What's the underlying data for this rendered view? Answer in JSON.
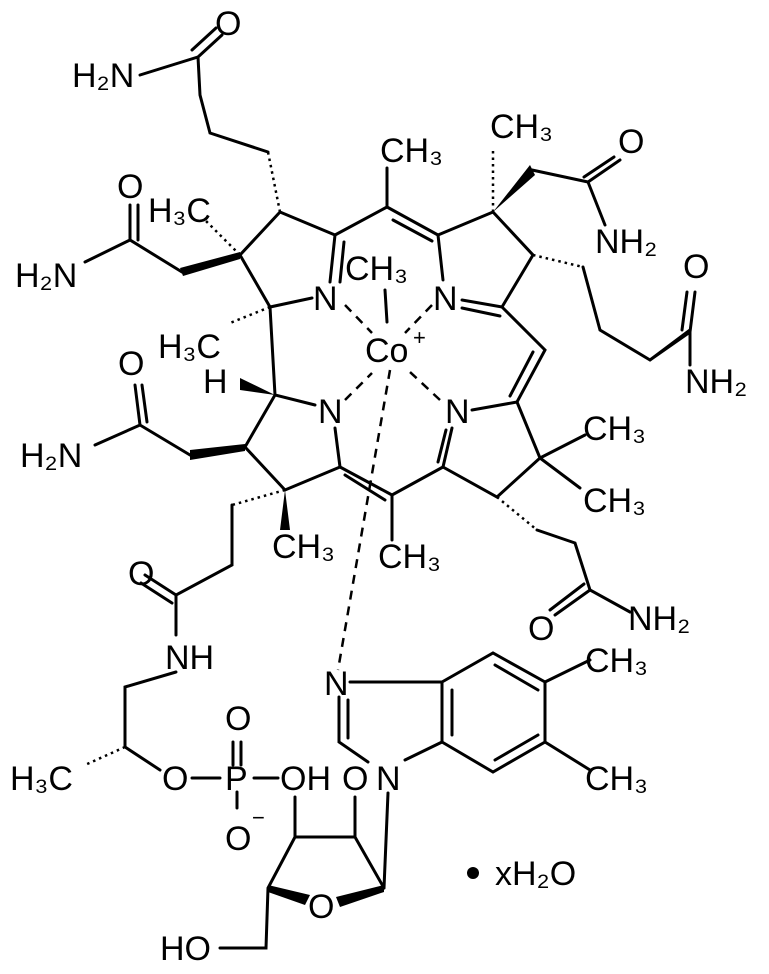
{
  "diagram": {
    "labels": {
      "amide1_n": "H₂N",
      "amide1_o": "O",
      "methyl_top": "CH₃",
      "methyl_top_right": "CH₃",
      "amide2_o": "O",
      "methyl_a": "H₃C",
      "amide2_n": "H₂N",
      "amide3_o": "O",
      "amide3_n": "NH₂",
      "n1": "N",
      "co_methyl": "CH₃",
      "cobalt": "Co",
      "cobalt_charge": "+",
      "n2": "N",
      "methyl_b": "H₃C",
      "amide4_o": "O",
      "amide4_n": "NH₂",
      "hydrogen": "H",
      "n3": "N",
      "n4": "N",
      "amide5_o": "O",
      "amide5_n": "H₂N",
      "methyl_c1": "CH₃",
      "methyl_c2": "CH₃",
      "methyl_d": "CH₃",
      "methyl_meso": "CH₃",
      "amide6_o": "O",
      "nh": "NH",
      "amide7_o": "O",
      "amide7_n": "NH₂",
      "bzim_n1": "N",
      "bzim_methyl1": "CH₃",
      "bzim_methyl2": "CH₃",
      "bzim_n2": "N",
      "methyl_prop": "H₃C",
      "ester_o": "O",
      "phosphorus": "P",
      "phos_o_top": "O",
      "phos_oh": "OH",
      "ribose_oh_o": "O",
      "phos_o_bottom": "O",
      "phos_charge": "−",
      "ribose_o": "O",
      "hydroxyl": "HO",
      "hydrate": "xH₂O"
    }
  }
}
